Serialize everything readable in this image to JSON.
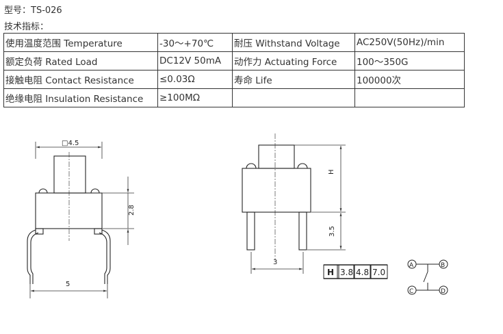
{
  "model_line": "型号：TS-026",
  "specs_label": "技术指标：",
  "specs_table": [
    [
      "使用温度范围 Temperature",
      "-30～+70℃",
      "耐压 Withstand Voltage",
      "AC250V(50Hz)/min"
    ],
    [
      "额定负荷 Rated Load",
      "DC12V 50mA",
      "动作力 Actuating Force",
      "100～350G"
    ],
    [
      "接触电阻 Contact Resistance",
      "≤0.03Ω",
      "寿命 Life",
      "100000次"
    ],
    [
      "绝缘电阻 Insulation Resistance",
      "≥100MΩ",
      "",
      ""
    ]
  ],
  "drawing": {
    "front_width_label": "□4.5",
    "front_height_label": "2.8",
    "front_span_label": "5",
    "side_h_label": "H",
    "side_pin_label": "3.5",
    "side_span_label": "3",
    "height_table": [
      "H",
      "3.8",
      "4.8",
      "7.0"
    ],
    "terminal_a": "A",
    "terminal_b": "B",
    "terminal_c": "C",
    "terminal_d": "D"
  }
}
